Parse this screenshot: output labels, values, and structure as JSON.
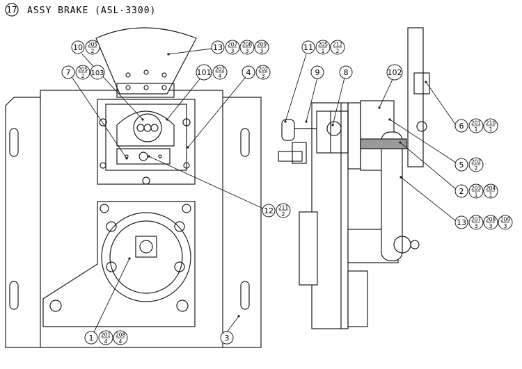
{
  "header": {
    "section_number": "17",
    "title": "ASSY BRAKE (ASL-3300)"
  },
  "callouts": [
    {
      "id": "c10",
      "item": "10",
      "refs": [
        {
          "num": "205",
          "den": "2"
        }
      ]
    },
    {
      "id": "c13-top",
      "item": "13",
      "refs": [
        {
          "num": "207",
          "den": "3"
        },
        {
          "num": "208",
          "den": "3"
        },
        {
          "num": "209",
          "den": "3"
        }
      ]
    },
    {
      "id": "c7",
      "item": "7",
      "refs": [
        {
          "num": "205",
          "den": "2"
        },
        {
          "num": "103",
          "den": ""
        }
      ]
    },
    {
      "id": "c101",
      "item": "101",
      "refs": [
        {
          "num": "202",
          "den": "4"
        }
      ]
    },
    {
      "id": "c4",
      "item": "4",
      "refs": [
        {
          "num": "202",
          "den": "3"
        }
      ]
    },
    {
      "id": "c11",
      "item": "11",
      "refs": [
        {
          "num": "205",
          "den": "1"
        },
        {
          "num": "212",
          "den": "2"
        }
      ]
    },
    {
      "id": "c9",
      "item": "9",
      "refs": []
    },
    {
      "id": "c8",
      "item": "8",
      "refs": []
    },
    {
      "id": "c102",
      "item": "102",
      "refs": []
    },
    {
      "id": "c6",
      "item": "6",
      "refs": [
        {
          "num": "201",
          "den": "1"
        },
        {
          "num": "210",
          "den": "1"
        }
      ]
    },
    {
      "id": "c5",
      "item": "5",
      "refs": [
        {
          "num": "202",
          "den": "2"
        }
      ]
    },
    {
      "id": "c2",
      "item": "2",
      "refs": [
        {
          "num": "203",
          "den": "1"
        },
        {
          "num": "204",
          "den": "1"
        }
      ]
    },
    {
      "id": "c13-right",
      "item": "13",
      "refs": [
        {
          "num": "207",
          "den": "3"
        },
        {
          "num": "208",
          "den": "3"
        },
        {
          "num": "209",
          "den": "3"
        }
      ]
    },
    {
      "id": "c12",
      "item": "12",
      "refs": [
        {
          "num": "211",
          "den": "2"
        }
      ]
    },
    {
      "id": "c1",
      "item": "1",
      "refs": [
        {
          "num": "201",
          "den": "4"
        },
        {
          "num": "208",
          "den": "4"
        }
      ]
    },
    {
      "id": "c3",
      "item": "3",
      "refs": []
    }
  ],
  "colors": {
    "ink": "#1a1a1a",
    "paper": "#ffffff",
    "shade": "#9a9a9a"
  }
}
